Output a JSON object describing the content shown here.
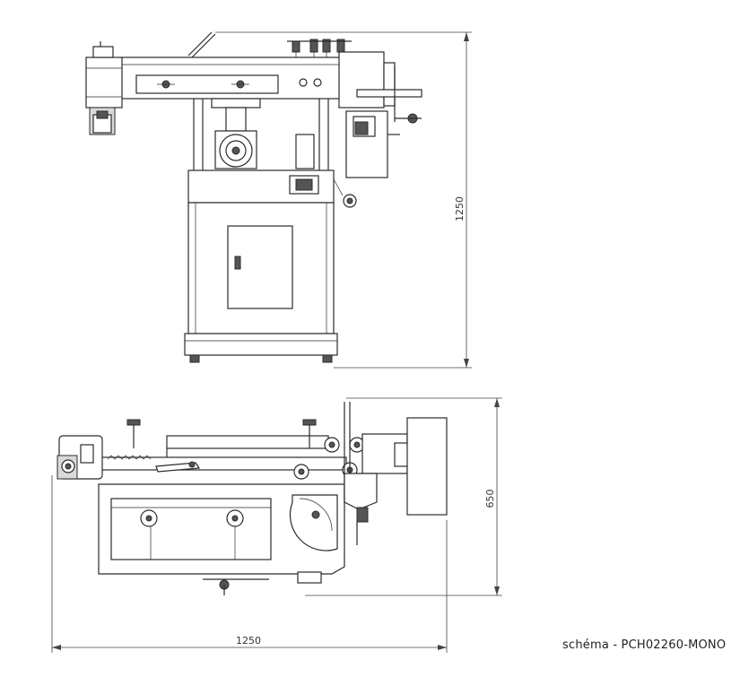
{
  "dimensions": {
    "height_label": "1250",
    "depth_label": "650",
    "width_label": "1250"
  },
  "caption": "schéma - PCH02260-MONO"
}
